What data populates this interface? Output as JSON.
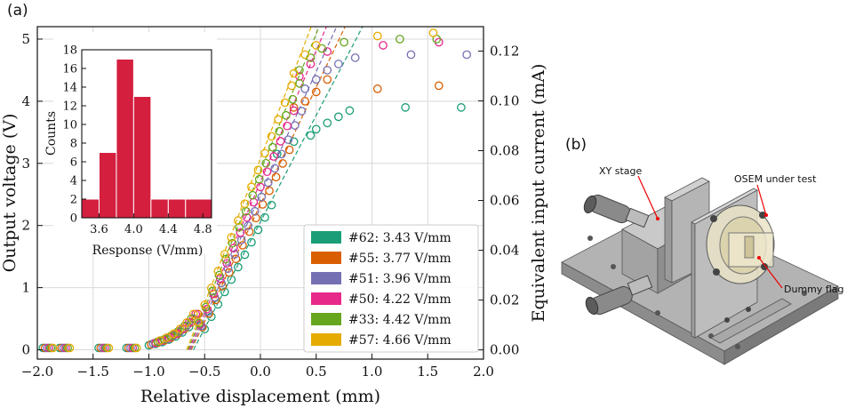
{
  "panel_a_label": "(a)",
  "panel_b_label": "(b)",
  "photo_labels": {
    "xy_stage": "XY stage",
    "osem": "OSEM under test",
    "dummy_flag": "Dummy flag"
  },
  "colors": [
    "#1b9e77",
    "#d95f02",
    "#7570b3",
    "#e7298a",
    "#66a61e",
    "#e6ab02"
  ],
  "chart_data": [
    {
      "type": "scatter",
      "xlabel": "Relative displacement (mm)",
      "ylabel": "Output voltage (V)",
      "y2label": "Equivalent input current (mA)",
      "xlim": [
        -2.0,
        2.0
      ],
      "ylim": [
        -0.15,
        5.2
      ],
      "y2lim": [
        -0.0037,
        0.1298
      ],
      "xticks": [
        "−2.0",
        "−1.5",
        "−1.0",
        "−0.5",
        "0.0",
        "0.5",
        "1.0",
        "1.5",
        "2.0"
      ],
      "yticks": [
        "0",
        "1",
        "2",
        "3",
        "4",
        "5"
      ],
      "y2ticks": [
        "0.00",
        "0.02",
        "0.04",
        "0.06",
        "0.08",
        "0.10",
        "0.12"
      ],
      "grid": true,
      "legend": "lower-right",
      "series": [
        {
          "name": "#62:  3.43 V/mm",
          "slope": 3.43,
          "x0": -0.6,
          "sat": [
            [
              0.15,
              3.15
            ],
            [
              0.3,
              3.35
            ],
            [
              0.45,
              3.45
            ],
            [
              0.5,
              3.55
            ],
            [
              0.6,
              3.65
            ],
            [
              0.7,
              3.75
            ],
            [
              0.8,
              3.85
            ],
            [
              1.3,
              3.9
            ],
            [
              1.8,
              3.9
            ]
          ]
        },
        {
          "name": "#55:  3.77 V/mm",
          "slope": 3.77,
          "x0": -0.62,
          "sat": [
            [
              0.3,
              3.9
            ],
            [
              0.4,
              4.0
            ],
            [
              0.5,
              4.15
            ],
            [
              0.6,
              4.35
            ],
            [
              1.05,
              4.2
            ],
            [
              1.6,
              4.25
            ]
          ]
        },
        {
          "name": "#51:  3.96 V/mm",
          "slope": 3.96,
          "x0": -0.63,
          "sat": [
            [
              0.4,
              4.2
            ],
            [
              0.5,
              4.35
            ],
            [
              0.6,
              4.5
            ],
            [
              0.7,
              4.6
            ],
            [
              0.85,
              4.7
            ],
            [
              1.35,
              4.75
            ],
            [
              1.85,
              4.75
            ]
          ]
        },
        {
          "name": "#50:  4.22 V/mm",
          "slope": 4.22,
          "x0": -0.64,
          "sat": [
            [
              0.35,
              4.4
            ],
            [
              0.45,
              4.6
            ],
            [
              0.6,
              4.8
            ],
            [
              1.1,
              4.9
            ],
            [
              1.6,
              4.95
            ]
          ]
        },
        {
          "name": "#33:  4.42 V/mm",
          "slope": 4.42,
          "x0": -0.65,
          "sat": [
            [
              0.35,
              4.5
            ],
            [
              0.45,
              4.7
            ],
            [
              0.55,
              4.85
            ],
            [
              0.75,
              4.95
            ],
            [
              1.25,
              5.0
            ],
            [
              1.58,
              5.0
            ]
          ]
        },
        {
          "name": "#57:  4.66 V/mm",
          "slope": 4.66,
          "x0": -0.66,
          "sat": [
            [
              0.3,
              4.45
            ],
            [
              0.4,
              4.75
            ],
            [
              0.5,
              4.9
            ],
            [
              1.05,
              5.05
            ],
            [
              1.55,
              5.1
            ]
          ]
        }
      ]
    },
    {
      "type": "bar",
      "xlabel": "Response (V/mm)",
      "ylabel": "Counts",
      "xlim": [
        3.4,
        4.9
      ],
      "ylim": [
        0,
        18
      ],
      "xticks": [
        "3.6",
        "4.0",
        "4.4",
        "4.8"
      ],
      "yticks": [
        "0",
        "2",
        "4",
        "6",
        "8",
        "10",
        "12",
        "14",
        "16",
        "18"
      ],
      "bin_edges": [
        3.4,
        3.6,
        3.8,
        4.0,
        4.2,
        4.4,
        4.6,
        4.9
      ],
      "values": [
        2,
        7,
        17,
        13,
        2,
        2,
        2
      ],
      "color": "#d41f3f"
    }
  ]
}
